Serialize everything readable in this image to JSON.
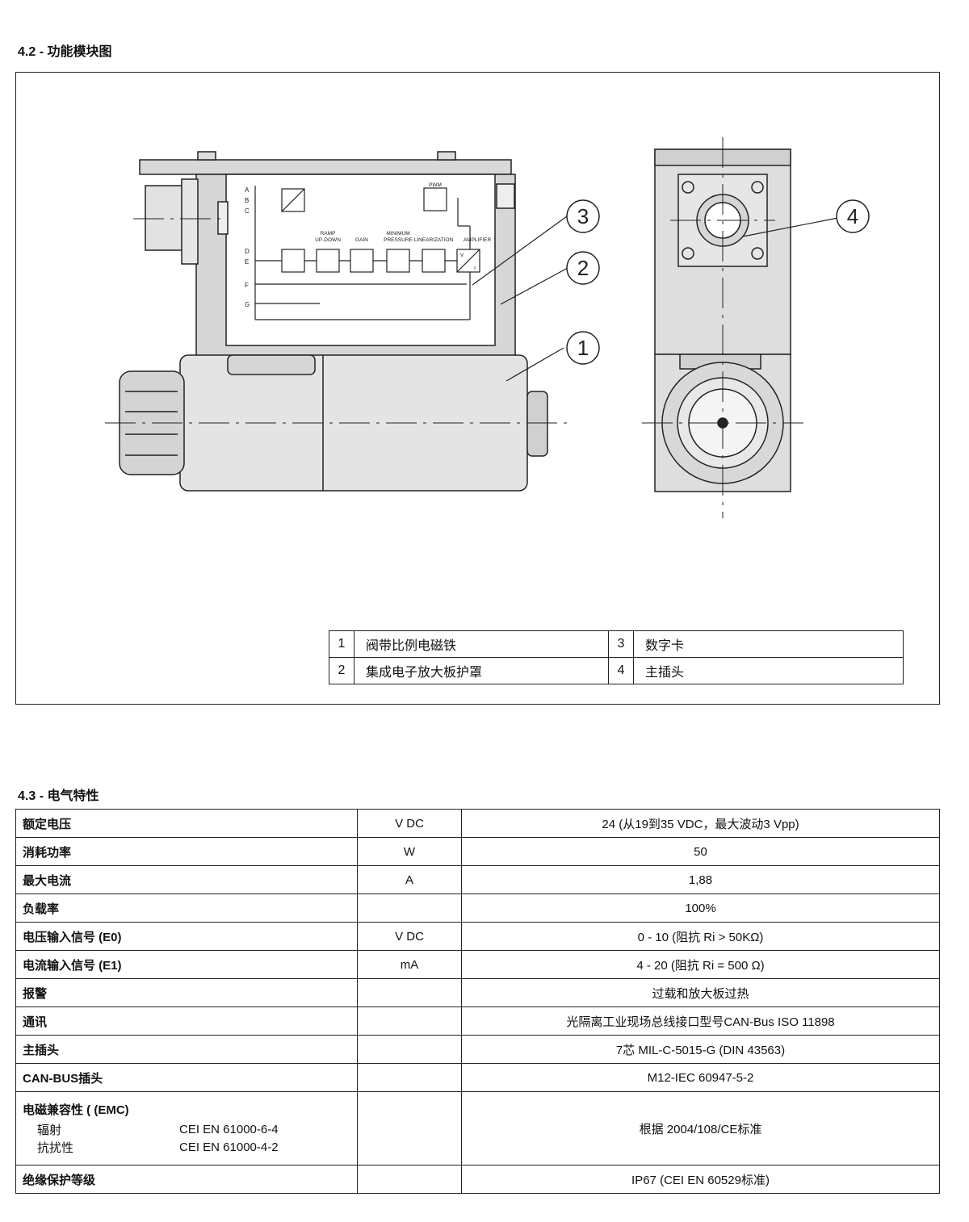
{
  "section_42": {
    "title": "4.2 - 功能模块图"
  },
  "diagram": {
    "port_letters": [
      "A",
      "B",
      "C",
      "D",
      "E",
      "F",
      "G"
    ],
    "block_labels": {
      "pwm": "PWM",
      "ramp": "RAMP",
      "updown": "UP-DOWN",
      "gain": "GAIN",
      "minimum": "MINIMUM",
      "pressure": "PRESSURE",
      "linearization": "LINEARIZATION",
      "amplifier": "AMPLIFIER",
      "v": "V",
      "i": "I"
    },
    "callouts": [
      "1",
      "2",
      "3",
      "4"
    ]
  },
  "legend": [
    {
      "num1": "1",
      "item1": "阀带比例电磁铁",
      "num2": "3",
      "item2": "数字卡"
    },
    {
      "num1": "2",
      "item1": "集成电子放大板护罩",
      "num2": "4",
      "item2": "主插头"
    }
  ],
  "section_43": {
    "title": "4.3 - 电气特性"
  },
  "spec_rows": [
    {
      "param": "额定电压",
      "unit": "V DC",
      "value": "24 (从19到35 VDC，最大波动3 Vpp)"
    },
    {
      "param": "消耗功率",
      "unit": "W",
      "value": "50"
    },
    {
      "param": "最大电流",
      "unit": "A",
      "value": "1,88"
    },
    {
      "param": "负载率",
      "unit": "",
      "value": "100%"
    },
    {
      "param": "电压输入信号 (E0)",
      "unit": "V DC",
      "value": "0 - 10  (阻抗 Ri > 50KΩ)"
    },
    {
      "param": "电流输入信号  (E1)",
      "unit": "mA",
      "value": "4 - 20 (阻抗 Ri = 500 Ω)"
    },
    {
      "param": "报警",
      "unit": "",
      "value": "过载和放大板过热"
    },
    {
      "param": "通讯",
      "unit": "",
      "value": "光隔离工业现场总线接口型号CAN-Bus ISO 11898"
    },
    {
      "param": "主插头",
      "unit": "",
      "value": "7芯  MIL-C-5015-G (DIN 43563)"
    },
    {
      "param": "CAN-BUS插头",
      "unit": "",
      "value": "M12-IEC 60947-5-2"
    }
  ],
  "emc": {
    "param": "电磁兼容性 ( (EMC)",
    "emission_label": "辐射",
    "emission_std": "CEI EN 61000-6-4",
    "immunity_label": "抗扰性",
    "immunity_std": "CEI EN 61000-4-2",
    "value": "根据  2004/108/CE标准"
  },
  "protection": {
    "param": "绝缘保护等级",
    "unit": "",
    "value": "IP67 (CEI EN 60529标准)"
  }
}
